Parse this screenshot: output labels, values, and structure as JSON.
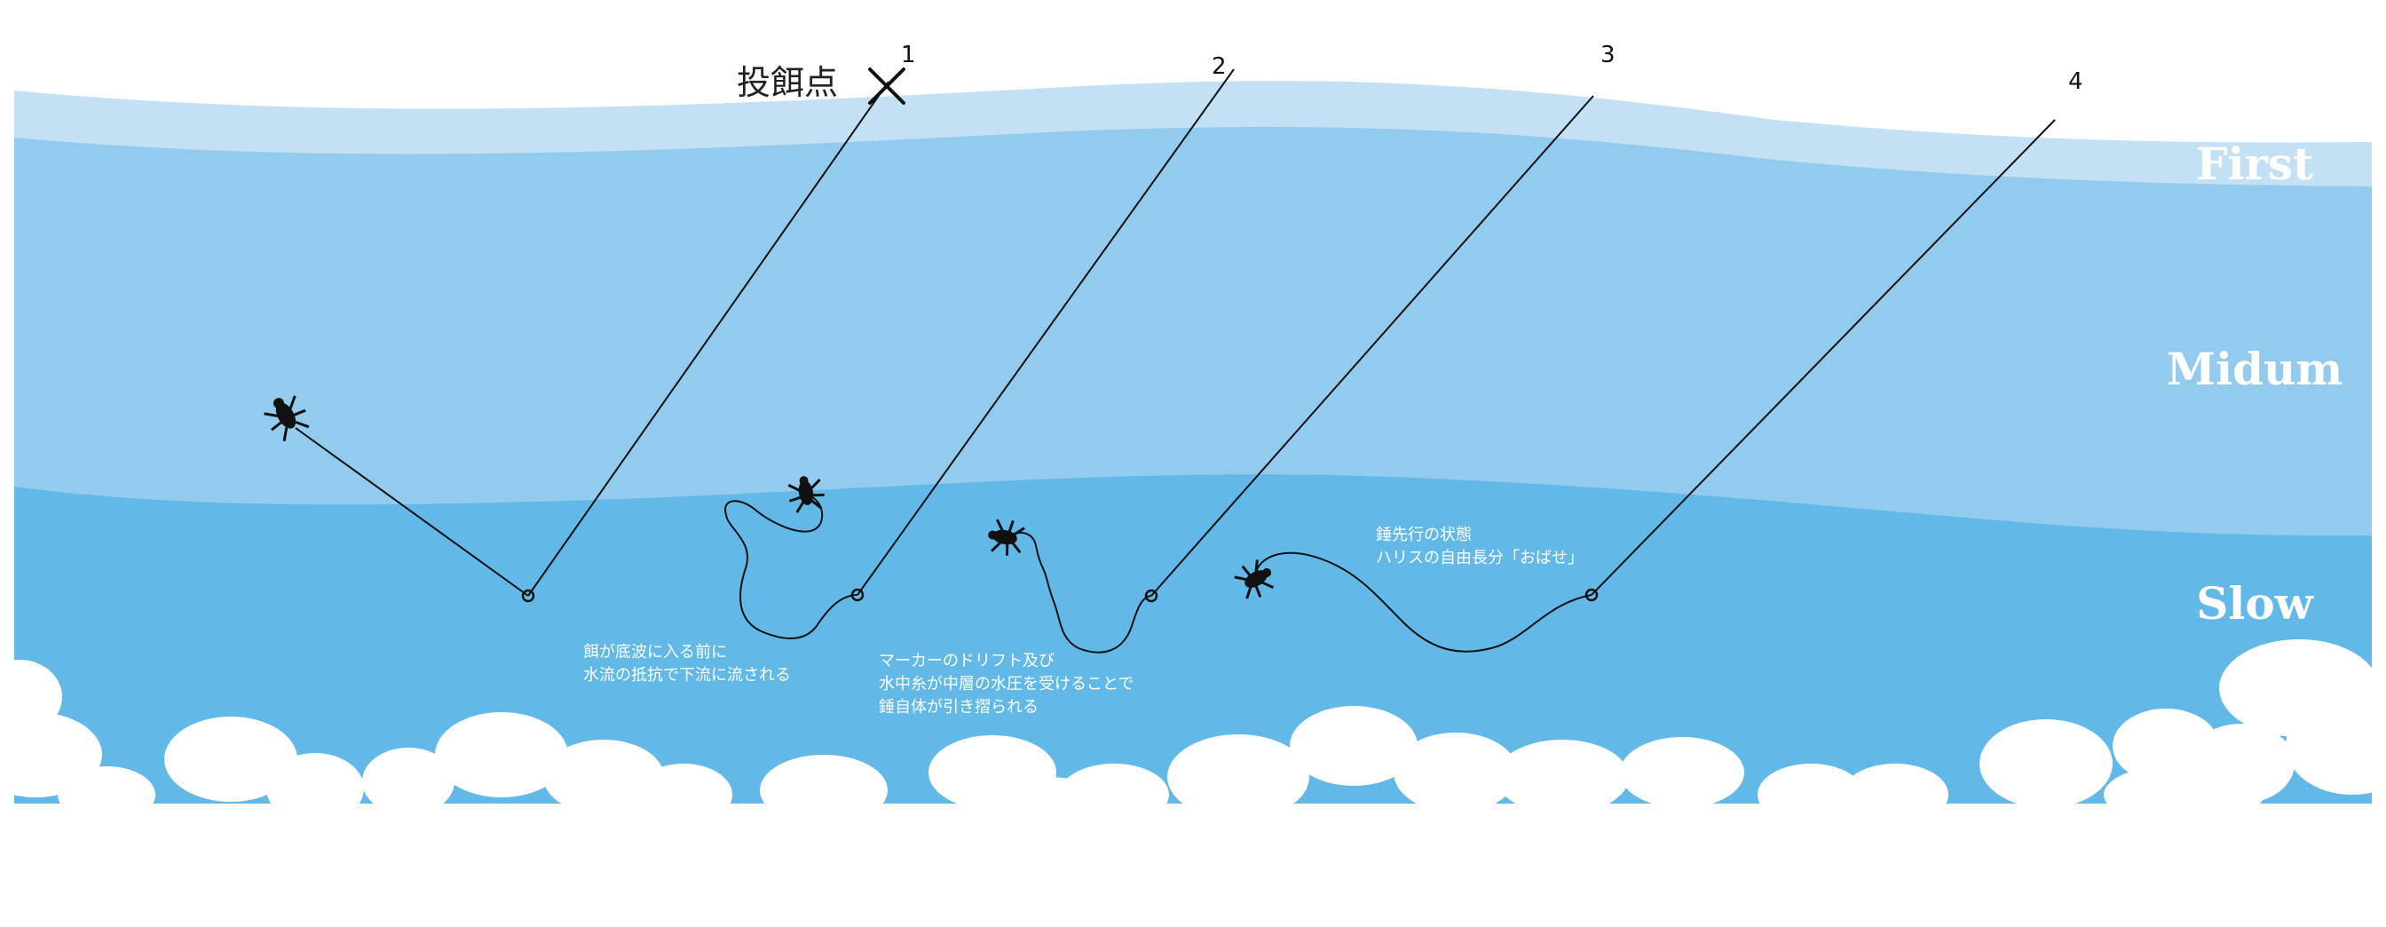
{
  "cast_point": {
    "label": "投餌点"
  },
  "layers": {
    "first": "First",
    "midum": "Midum",
    "slow": "Slow"
  },
  "steps": [
    {
      "number": "1",
      "note": [
        "餌が底波に入る前に",
        "水流の抵抗で下流に流される"
      ]
    },
    {
      "number": "2",
      "note": [
        "マーカーのドリフト及び",
        "水中糸が中層の水圧を受けることで",
        "錘自体が引き摺られる"
      ]
    },
    {
      "number": "3",
      "note": []
    },
    {
      "number": "4",
      "note": [
        "錘先行の状態",
        "ハリスの自由長分「おばせ」"
      ]
    }
  ],
  "colors": {
    "surface_layer": "#c3e0f5",
    "middle_layer": "#92cbee",
    "bottom_layer": "#62b9e8",
    "bed_rocks": "#ffffff",
    "line": "#111111"
  },
  "icons": {
    "cast_mark": "cross-icon",
    "bait": "insect-bait-icon",
    "sinker": "sinker-ring-icon",
    "bottom": "rock-bed-shape"
  }
}
